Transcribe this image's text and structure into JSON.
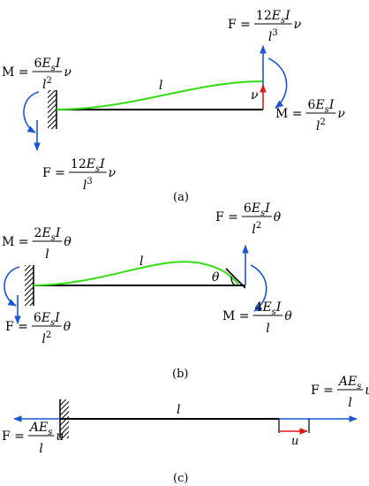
{
  "panels": [
    {
      "caption": "(a)",
      "length_label": "l",
      "displacement_label": "ν",
      "left_moment": {
        "lhs": "M =",
        "num_coeff": "6",
        "num_E": "E",
        "num_sub": "s",
        "num_I": "I",
        "den_l": "l",
        "den_exp": "2",
        "rhs_var": "ν"
      },
      "left_force": {
        "lhs": "F =",
        "num_coeff": "12",
        "num_E": "E",
        "num_sub": "s",
        "num_I": "I",
        "den_l": "l",
        "den_exp": "3",
        "rhs_var": "ν"
      },
      "right_force": {
        "lhs": "F =",
        "num_coeff": "12",
        "num_E": "E",
        "num_sub": "s",
        "num_I": "I",
        "den_l": "l",
        "den_exp": "3",
        "rhs_var": "ν"
      },
      "right_moment": {
        "lhs": "M =",
        "num_coeff": "6",
        "num_E": "E",
        "num_sub": "s",
        "num_I": "I",
        "den_l": "l",
        "den_exp": "2",
        "rhs_var": "ν"
      }
    },
    {
      "caption": "(b)",
      "length_label": "l",
      "rotation_label": "θ",
      "left_moment": {
        "lhs": "M =",
        "num_coeff": "2",
        "num_E": "E",
        "num_sub": "s",
        "num_I": "I",
        "den_l": "l",
        "den_exp": "",
        "rhs_var": "θ"
      },
      "left_force": {
        "lhs": "F =",
        "num_coeff": "6",
        "num_E": "E",
        "num_sub": "s",
        "num_I": "I",
        "den_l": "l",
        "den_exp": "2",
        "rhs_var": "θ"
      },
      "right_force": {
        "lhs": "F =",
        "num_coeff": "6",
        "num_E": "E",
        "num_sub": "s",
        "num_I": "I",
        "den_l": "l",
        "den_exp": "2",
        "rhs_var": "θ"
      },
      "right_moment": {
        "lhs": "M =",
        "num_coeff": "4",
        "num_E": "E",
        "num_sub": "s",
        "num_I": "I",
        "den_l": "l",
        "den_exp": "",
        "rhs_var": "θ"
      }
    },
    {
      "caption": "(c)",
      "length_label": "l",
      "displacement_label": "u",
      "left_force": {
        "lhs": "F =",
        "num_coeff": "A",
        "num_E": "E",
        "num_sub": "s",
        "num_I": "",
        "den_l": "l",
        "den_exp": "",
        "rhs_var": "u"
      },
      "right_force": {
        "lhs": "F =",
        "num_coeff": "A",
        "num_E": "E",
        "num_sub": "s",
        "num_I": "",
        "den_l": "l",
        "den_exp": "",
        "rhs_var": "u"
      }
    }
  ],
  "colors": {
    "beam": "#000000",
    "deflected": "#33dd11",
    "force": "#1a55d6",
    "displacement": "#e01818"
  }
}
